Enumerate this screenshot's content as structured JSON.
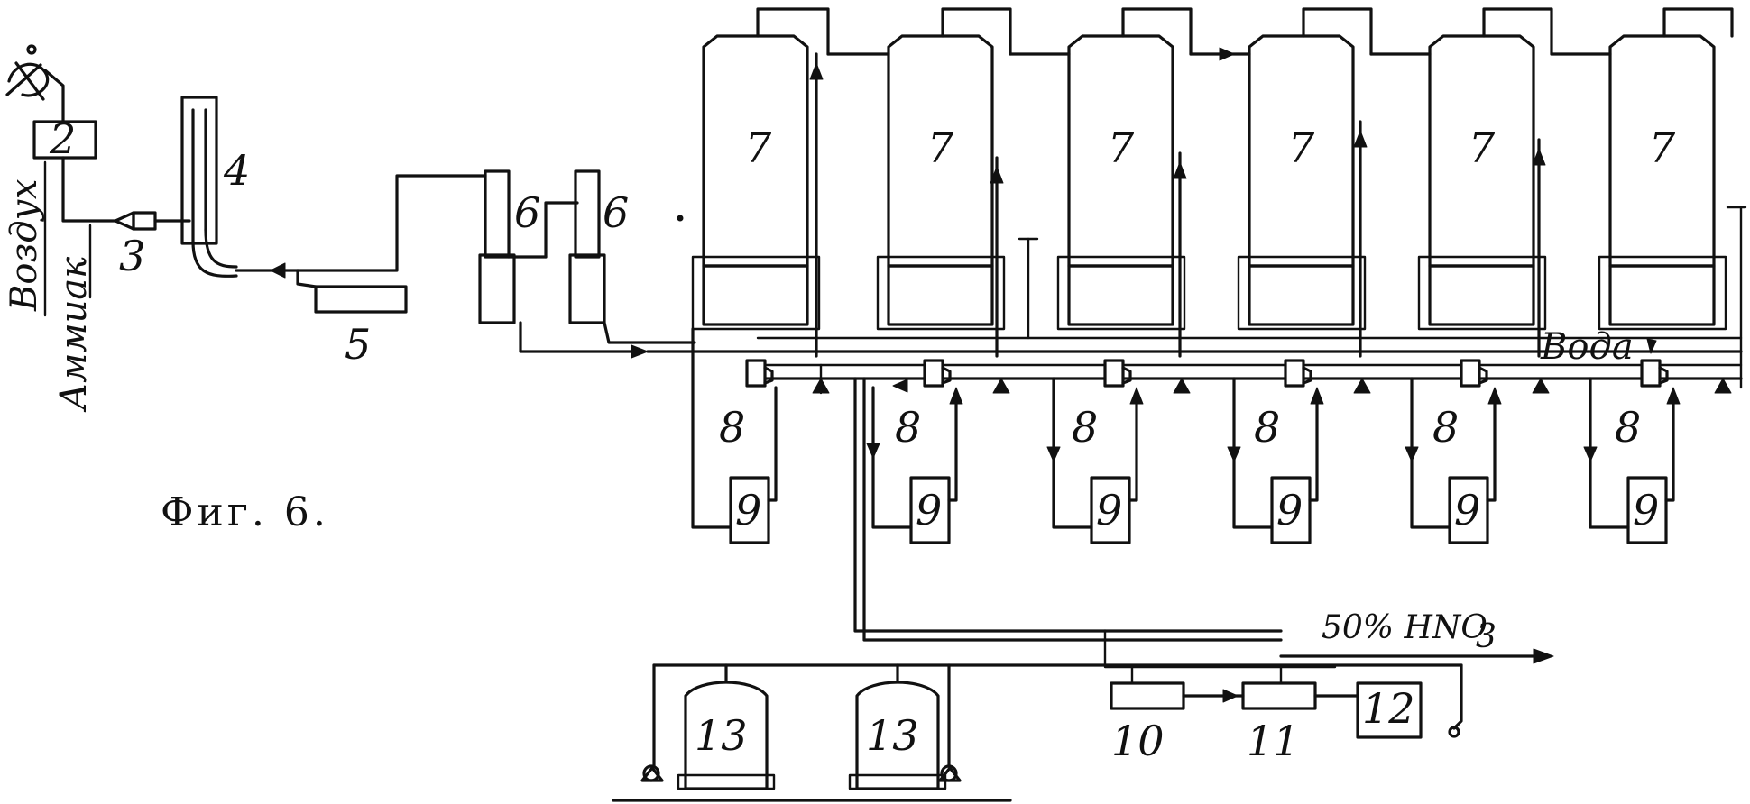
{
  "figure_caption": "Фиг. 6.",
  "labels": {
    "air": "Воздух",
    "ammonia": "Аммиак",
    "water": "Вода",
    "product_acid": "50% HNO",
    "product_acid_sub": "3"
  },
  "equipment_numbers": {
    "n2": "2",
    "n3": "3",
    "n4": "4",
    "n5": "5",
    "n6": "6",
    "n7": "7",
    "n8": "8",
    "n9": "9",
    "n10": "10",
    "n11": "11",
    "n12": "12",
    "n13": "13"
  },
  "colors": {
    "ink": "#111111",
    "paper": "#ffffff"
  }
}
